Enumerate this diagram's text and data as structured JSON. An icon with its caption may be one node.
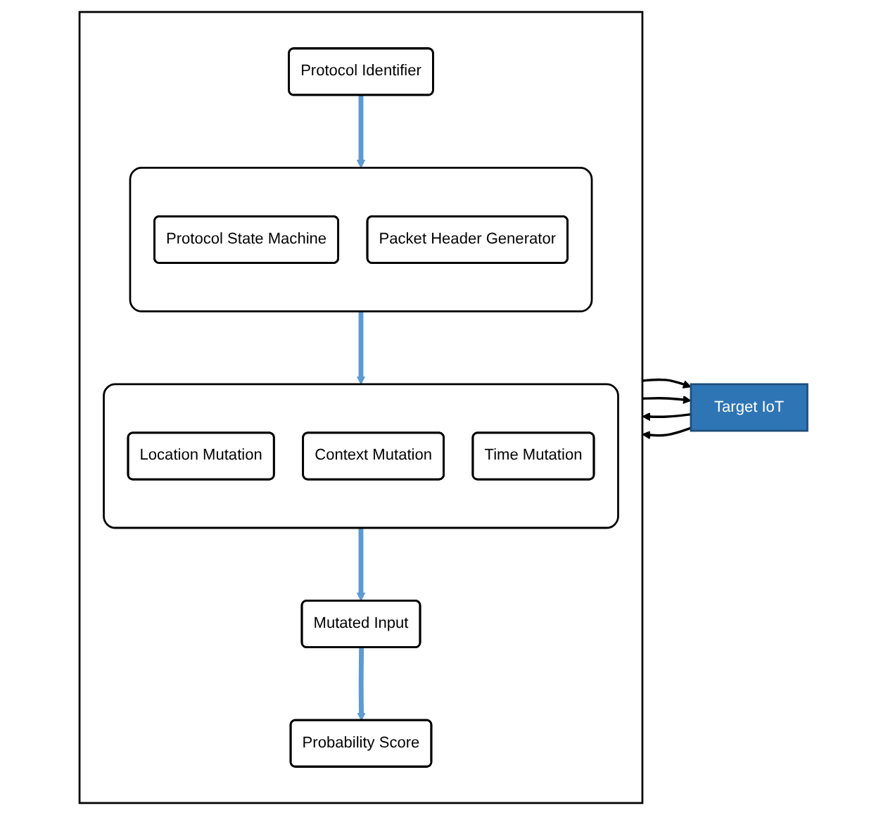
{
  "diagram": {
    "nodes": [
      {
        "text": [],
        "shape": "box"
      },
      {
        "text": [
          "Protocol Identifier"
        ],
        "in": 0
      },
      {
        "text": [],
        "shape": "box",
        "in": 0
      },
      {
        "text": [
          "Protocol State Machine"
        ],
        "in": 2
      },
      {
        "text": [
          "Packet Header Generator"
        ],
        "in": 2
      },
      {
        "text": [],
        "shape": "box",
        "in": 0
      },
      {
        "text": [
          "Location Mutation"
        ],
        "in": 5
      },
      {
        "text": [
          "Context Mutation"
        ],
        "in": 5
      },
      {
        "text": [
          "Time Mutation"
        ],
        "in": 5
      },
      {
        "text": [
          "Mutated Input"
        ],
        "in": 0
      },
      {
        "text": [
          "Probability Score"
        ],
        "in": 0
      },
      {
        "text": [
          "Target IoT"
        ]
      }
    ],
    "edges": [
      {
        "from": 1,
        "to": 2,
        "arrow": "to",
        "style": "thick",
        "color": "#5b9bd5"
      },
      {
        "from": 2,
        "to": 5,
        "arrow": "to",
        "style": "thick",
        "color": "#5b9bd5"
      },
      {
        "from": 5,
        "to": 9,
        "arrow": "to",
        "style": "thick",
        "color": "#5b9bd5"
      },
      {
        "from": 9,
        "to": 10,
        "arrow": "to",
        "style": "thick",
        "color": "#5b9bd5"
      },
      {
        "from": 0,
        "to": 11,
        "arrow": "to",
        "color": "#000000"
      },
      {
        "from": 11,
        "to": 0,
        "arrow": "to",
        "color": "#000000"
      },
      {
        "from": 0,
        "to": 11,
        "arrow": "to",
        "color": "#000000"
      },
      {
        "from": 11,
        "to": 0,
        "arrow": "to",
        "color": "#000000"
      }
    ]
  }
}
